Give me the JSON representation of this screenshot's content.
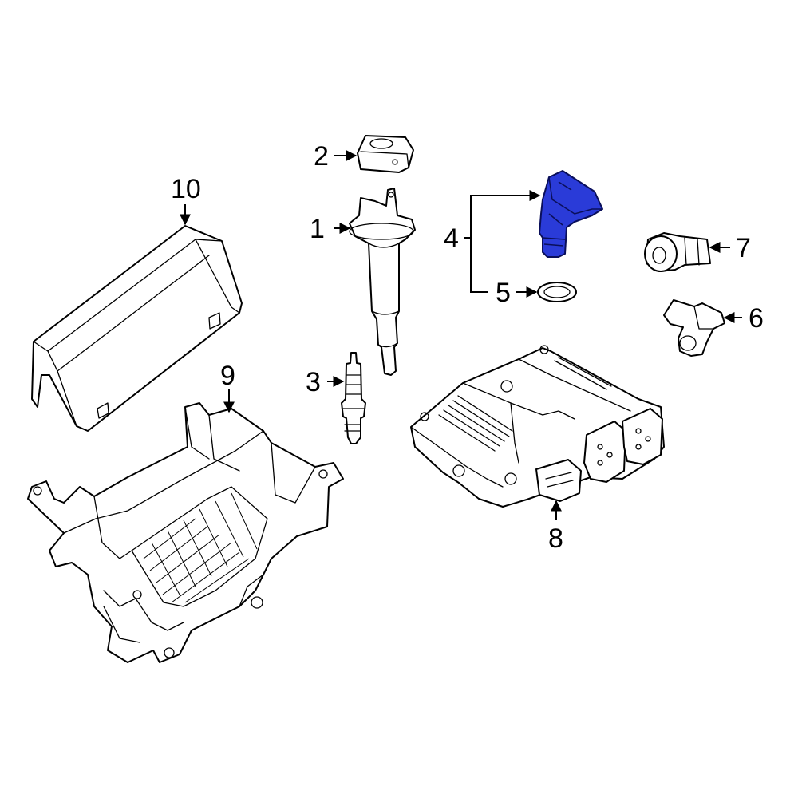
{
  "diagram": {
    "highlight_color": "#2a3bd8",
    "callouts": [
      {
        "id": "1",
        "label": "1"
      },
      {
        "id": "2",
        "label": "2"
      },
      {
        "id": "3",
        "label": "3"
      },
      {
        "id": "4",
        "label": "4"
      },
      {
        "id": "5",
        "label": "5"
      },
      {
        "id": "6",
        "label": "6"
      },
      {
        "id": "7",
        "label": "7"
      },
      {
        "id": "8",
        "label": "8"
      },
      {
        "id": "9",
        "label": "9"
      },
      {
        "id": "10",
        "label": "10"
      }
    ]
  }
}
